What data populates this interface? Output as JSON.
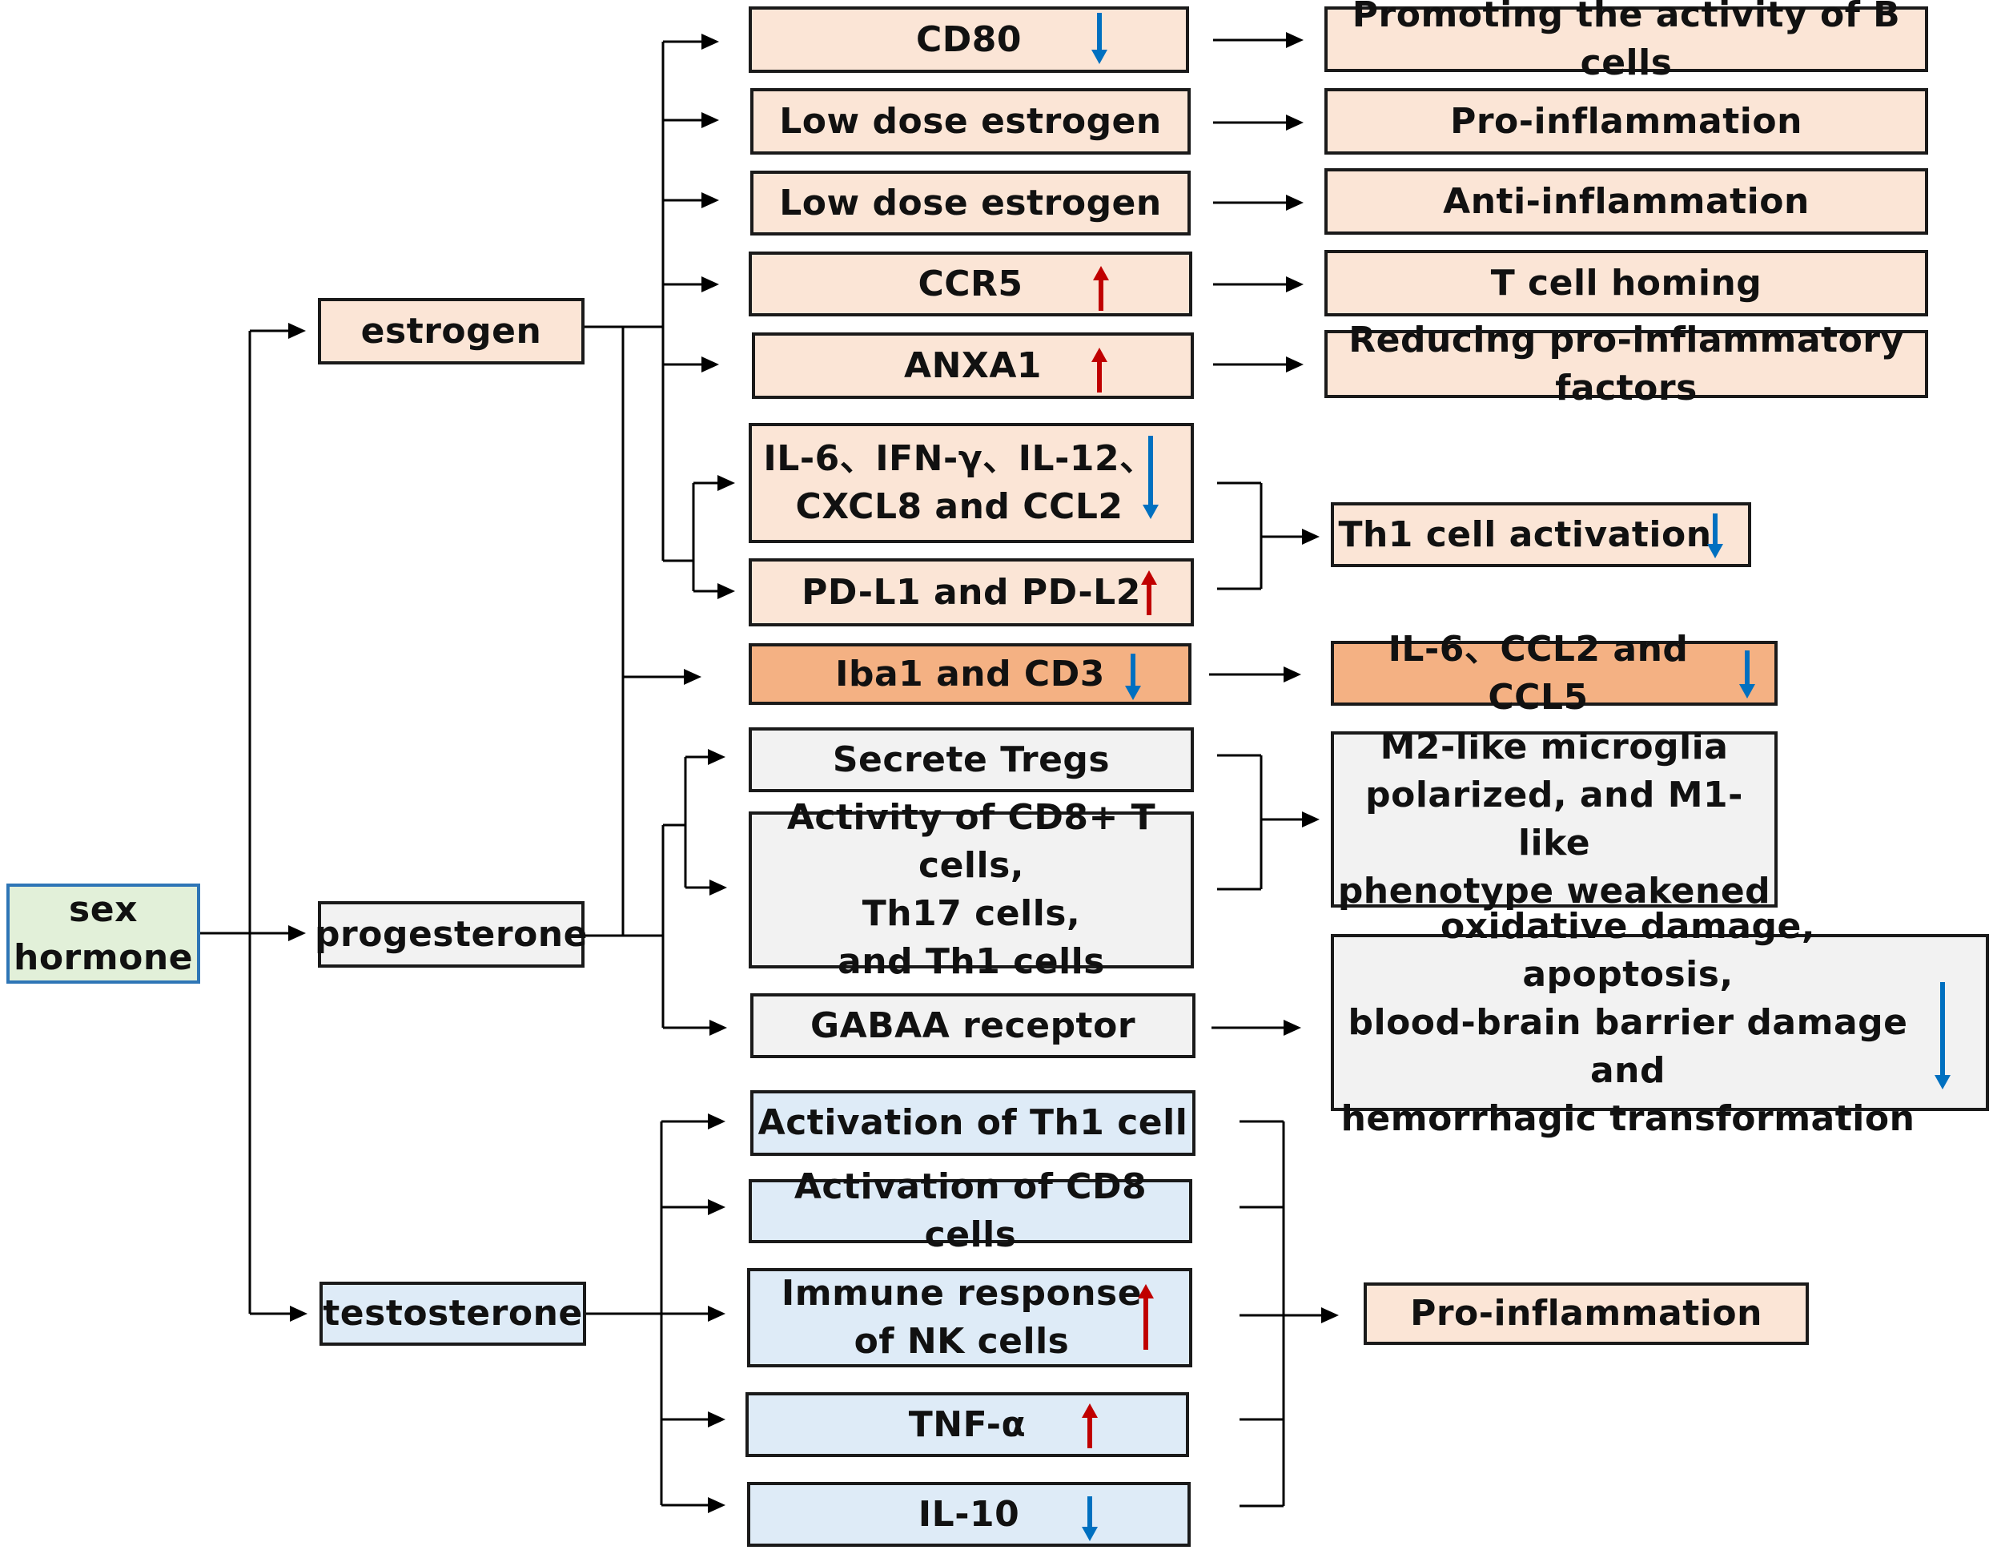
{
  "colors": {
    "pink": "#fbe5d6",
    "orange": "#f4b183",
    "gray": "#f2f2f2",
    "blue": "#deebf7",
    "green": "#e2f0d9",
    "line": "#000000",
    "up_arrow": "#c00000",
    "down_arrow": "#0070c0"
  },
  "root": {
    "label": "sex\nhormone"
  },
  "hormones": {
    "estrogen": "estrogen",
    "progesterone": "progesterone",
    "testosterone": "testosterone"
  },
  "estrogen_targets": [
    {
      "label": "CD80",
      "arrow": "down"
    },
    {
      "label": "Low dose estrogen",
      "arrow": ""
    },
    {
      "label": "Low dose estrogen",
      "arrow": ""
    },
    {
      "label": "CCR5",
      "arrow": "up"
    },
    {
      "label": "ANXA1",
      "arrow": "up"
    },
    {
      "label": "IL-6、IFN-γ、IL-12、\nCXCL8 and CCL2",
      "arrow": "down"
    },
    {
      "label": "PD-L1 and PD-L2",
      "arrow": "up"
    }
  ],
  "estrogen_outcomes": [
    {
      "label": "Promoting the activity of B cells",
      "arrow": ""
    },
    {
      "label": "Pro-inflammation",
      "arrow": ""
    },
    {
      "label": "Anti-inflammation",
      "arrow": ""
    },
    {
      "label": "T cell homing",
      "arrow": ""
    },
    {
      "label": "Reducing pro-inflammatory factors",
      "arrow": ""
    },
    {
      "label": "Th1 cell activation",
      "arrow": "down"
    }
  ],
  "shared": {
    "target": {
      "label": "Iba1 and CD3",
      "arrow": "down"
    },
    "outcome": {
      "label": "IL-6、CCL2 and CCL5",
      "arrow": "down"
    }
  },
  "progesterone_targets": [
    {
      "label": "Secrete Tregs",
      "arrow": ""
    },
    {
      "label": "Activity of CD8+ T cells,\nTh17 cells,\nand Th1 cells",
      "arrow": ""
    },
    {
      "label": "GABAA receptor",
      "arrow": ""
    }
  ],
  "progesterone_outcomes": [
    {
      "label": "M2-like microglia\npolarized, and M1-like\nphenotype weakened",
      "arrow": ""
    },
    {
      "label": "oxidative damage, apoptosis,\nblood-brain barrier damage and\nhemorrhagic transformation",
      "arrow": "down"
    }
  ],
  "testosterone_targets": [
    {
      "label": "Activation of Th1 cell",
      "arrow": ""
    },
    {
      "label": "Activation of CD8 cells",
      "arrow": ""
    },
    {
      "label": "Immune response\nof NK cells",
      "arrow": "up"
    },
    {
      "label": "TNF-α",
      "arrow": "up"
    },
    {
      "label": "IL-10",
      "arrow": "down"
    }
  ],
  "testosterone_outcome": {
    "label": "Pro-inflammation",
    "arrow": ""
  }
}
